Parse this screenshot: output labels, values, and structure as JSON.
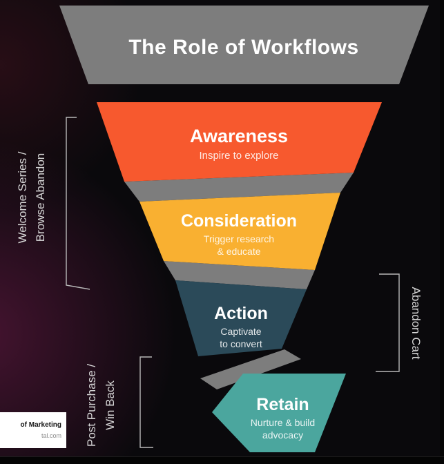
{
  "title": "The Role of Workflows",
  "funnel": {
    "funnel_gray": "#7d7d7d",
    "stages": [
      {
        "label": "Awareness",
        "sub1": "Inspire to explore",
        "sub2": "",
        "color": "#f7592e"
      },
      {
        "label": "Consideration",
        "sub1": "Trigger research",
        "sub2": "& educate",
        "color": "#f9b031"
      },
      {
        "label": "Action",
        "sub1": "Captivate",
        "sub2": "to convert",
        "color": "#2b4a59"
      },
      {
        "label": "Retain",
        "sub1": "Nurture & build",
        "sub2": "advocacy",
        "color": "#4ba69e"
      }
    ]
  },
  "annotations": {
    "welcome": {
      "line1": "Welcome Series /",
      "line2": "Browse Abandon"
    },
    "abandon_cart": {
      "line1": "Abandon Cart"
    },
    "post_purchase": {
      "line1": "Post Purchase /",
      "line2": "Win Back"
    }
  },
  "badge": {
    "line1": "of Marketing",
    "line2": "tal.com"
  },
  "colors": {
    "background": "#0a090c",
    "annotation_text": "#d6d6d6",
    "bracket": "#b9b9b9"
  }
}
